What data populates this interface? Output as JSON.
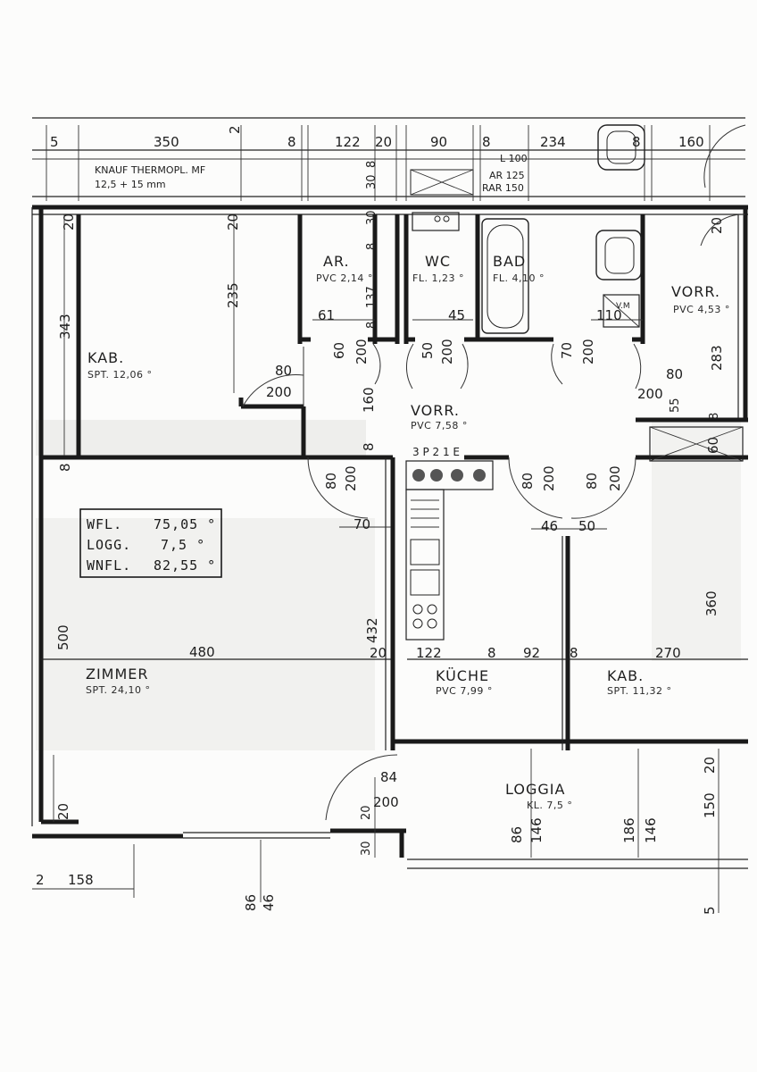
{
  "rooms": {
    "kab1_name": "KAB.",
    "kab1_area": "SPT. 12,06 °",
    "ar_name": "AR.",
    "ar_area": "PVC 2,14 °",
    "wc_name": "WC",
    "wc_area": "FL. 1,23 °",
    "bad_name": "BAD",
    "bad_area": "FL. 4,10 °",
    "vorr1_name": "VORR.",
    "vorr1_area": "PVC 4,53 °",
    "vorr2_name": "VORR.",
    "vorr2_area": "PVC 7,58 °",
    "zimmer_name": "ZIMMER",
    "zimmer_area": "SPT. 24,10 °",
    "kuche_name": "KÜCHE",
    "kuche_area": "PVC 7,99 °",
    "kab2_name": "KAB.",
    "kab2_area": "SPT. 11,32 °",
    "loggia_name": "LOGGIA",
    "loggia_area": "KL. 7,5 °"
  },
  "notes": {
    "insulation_1": "KNAUF THERMOPL. MF",
    "insulation_2": "12,5 + 15 mm",
    "l100": "L 100",
    "ar125": "AR 125",
    "rar150": "RAR 150",
    "stove_labels": "3 P 2 1 E",
    "vm": "V.M"
  },
  "area_box": {
    "wfl_label": "WFL.",
    "wfl_value": "75,05 °",
    "logg_label": "LOGG.",
    "logg_value": "7,5 °",
    "wnfl_label": "WNFL.",
    "wnfl_value": "82,55 °"
  },
  "dims": {
    "d5a": "5",
    "d350": "350",
    "d2a": "2",
    "d8a": "8",
    "d122a": "122",
    "d20a": "20",
    "d90": "90",
    "d8b": "8",
    "d234": "234",
    "d8c": "8",
    "d160": "160",
    "d30a": "30",
    "d8d": "8",
    "d30b": "30",
    "d8e": "8",
    "d137": "137",
    "d8f": "8",
    "d20b": "20",
    "d20c": "20",
    "d20d": "20",
    "d235": "235",
    "d343": "343",
    "d61": "61",
    "d45": "45",
    "d110": "110",
    "d283": "283",
    "d60a": "60",
    "d200a": "200",
    "d50a": "50",
    "d200b": "200",
    "d70a": "70",
    "d200c": "200",
    "d80a": "80",
    "d200d": "200",
    "d80b": "80",
    "d200e": "200",
    "d55": "55",
    "d8g": "8",
    "d160b": "160",
    "d8h": "8",
    "d60b": "60",
    "d8i": "8",
    "d80c": "80",
    "d200f": "200",
    "d70b": "70",
    "d80d": "80",
    "d200g": "200",
    "d46a": "46",
    "d50b": "50",
    "d80e": "80",
    "d200h": "200",
    "d500": "500",
    "d480": "480",
    "d432": "432",
    "d360": "360",
    "d20e": "20",
    "d122b": "122",
    "d8j": "8",
    "d92": "92",
    "d8k": "8",
    "d270": "270",
    "d84": "84",
    "d20f": "20",
    "d200i": "200",
    "d30c": "30",
    "d86a": "86",
    "d146a": "146",
    "d186": "186",
    "d146b": "146",
    "d20g": "20",
    "d150": "150",
    "d20h": "20",
    "d2b": "2",
    "d158": "158",
    "d86b": "86",
    "d46b": "46",
    "d5b": "5"
  }
}
